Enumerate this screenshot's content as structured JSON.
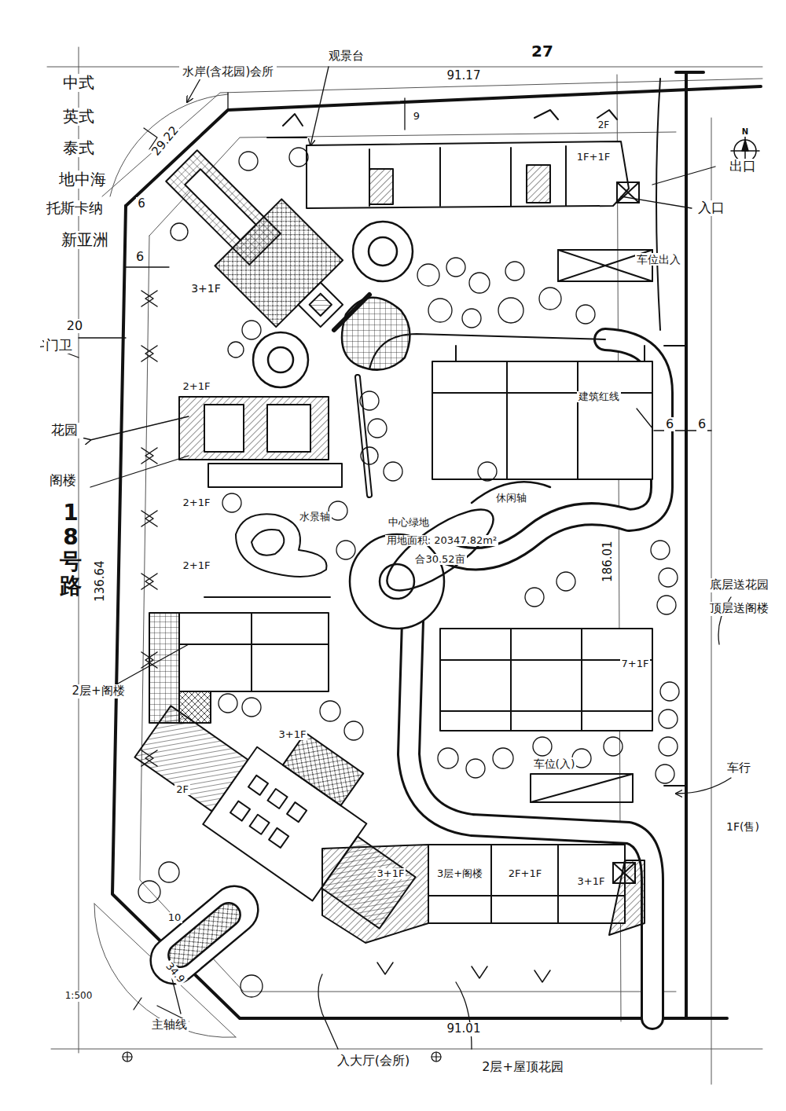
{
  "diagram": {
    "labels": [
      "中式",
      "英式",
      "泰式",
      "地中海",
      "托斯卡纳",
      "新亚洲",
      "水岸(含花园)会所",
      "观景台",
      "27",
      "91.17",
      "9",
      "29.22",
      "6",
      "6",
      "20",
      "门卫",
      "花园",
      "阁楼",
      "18号路",
      "136.64",
      "3+1F",
      "2+1F",
      "2+1F",
      "2+1F",
      "水景轴",
      "中心绿地",
      "用地面积: 20347.82m²",
      "合30.52亩",
      "休闲轴",
      "建筑红线",
      "6",
      "6",
      "186.01",
      "底层送花园",
      "顶层送阁楼",
      "车位出入",
      "1F+1F",
      "2F",
      "出口",
      "入口",
      "7+1F",
      "车位(入)",
      "车行",
      "1F(售)",
      "2层+阁楼",
      "3+1F",
      "2F",
      "3+1F",
      "3层+阁楼",
      "2F+1F",
      "3+1F",
      "1:500",
      "34.9",
      "10",
      "主轴线",
      "91.01",
      "入大厅(会所)",
      "2层+屋顶花园",
      "N"
    ]
  }
}
